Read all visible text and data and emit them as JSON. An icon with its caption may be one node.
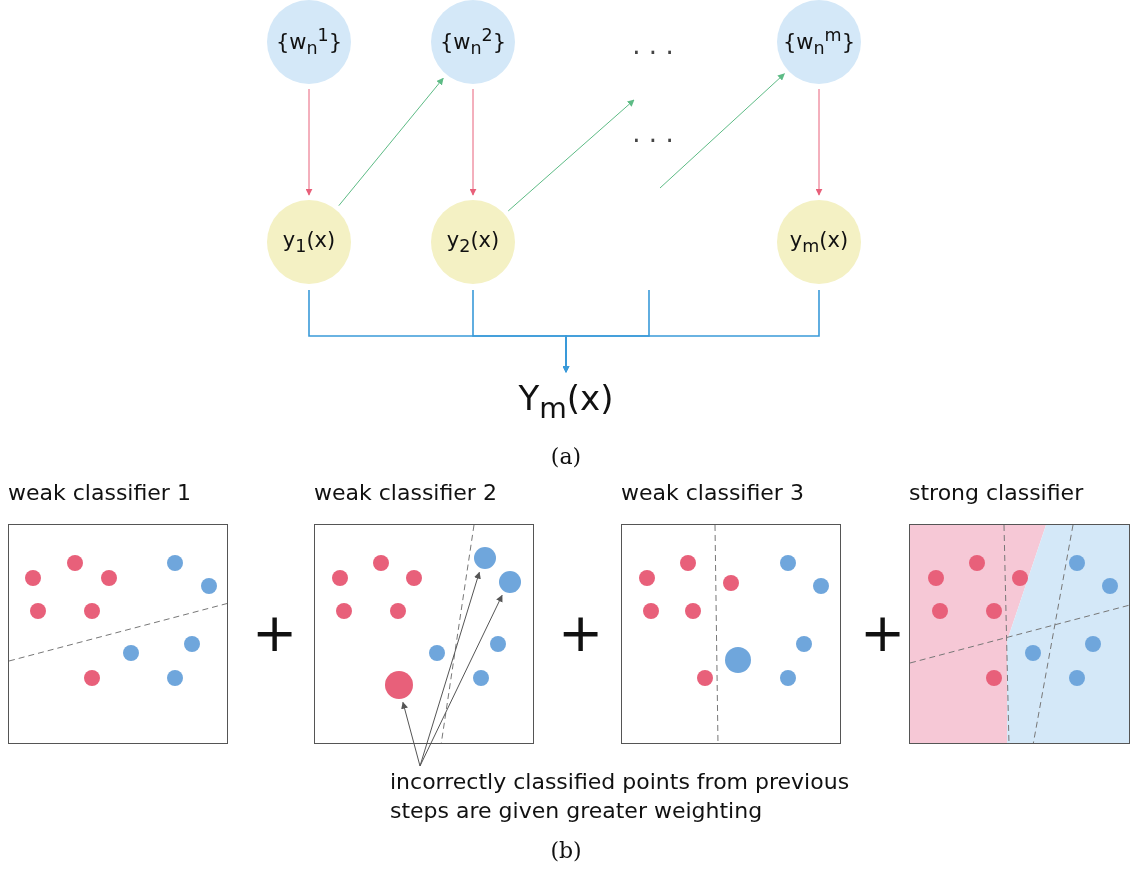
{
  "diagram": {
    "nodes": [
      {
        "text": [
          "{w$_{n}$$^{1}$}"
        ]
      },
      {
        "text": [
          "{w$_{n}$$^{2}$}"
        ]
      },
      {
        "text": [
          "{w$_{n}$$^{m}$}"
        ]
      },
      {
        "text": [
          "y$_{1}$(x)"
        ]
      },
      {
        "text": [
          "y$_{2}$(x)"
        ]
      },
      {
        "text": [
          "y$_{m}$(x)"
        ]
      },
      {
        "text": [
          "Y$_{m}$(x)"
        ]
      },
      {
        "text": [
          "weak classifier 1"
        ]
      },
      {
        "text": [
          "weak classifier 2"
        ]
      },
      {
        "text": [],
        "shape": "circle",
        "in": 8
      },
      {
        "text": [],
        "shape": "circle",
        "in": 8
      },
      {
        "text": [],
        "shape": "circle",
        "in": 8
      },
      {
        "text": [
          "weak classifier 3"
        ]
      },
      {
        "text": [
          "strong classifier"
        ]
      },
      {
        "text": [
          "incorrectly classified points from previous steps are given greater weighting"
        ]
      }
    ],
    "edges": [
      {
        "from": 0,
        "to": 3,
        "arrow": "to",
        "color": "#e8607a"
      },
      {
        "from": 3,
        "to": 1,
        "arrow": "to",
        "color": "#5dbb85"
      },
      {
        "from": 1,
        "to": 4,
        "arrow": "to",
        "color": "#e8607a"
      },
      {
        "from": 4,
        "to": null,
        "arrow": "to",
        "color": "#5dbb85"
      },
      {
        "from": null,
        "to": 2,
        "arrow": "to",
        "color": "#5dbb85"
      },
      {
        "from": 2,
        "to": 5,
        "arrow": "to",
        "color": "#e8607a"
      },
      {
        "from": 3,
        "to": 6,
        "arrow": "to"
      },
      {
        "from": 4,
        "to": 6,
        "arrow": "to"
      },
      {
        "from": null,
        "to": 6,
        "arrow": "to"
      },
      {
        "from": 5,
        "to": 6,
        "arrow": "to"
      },
      {
        "from": 14,
        "to": 11,
        "arrow": "to",
        "color": "#555555"
      },
      {
        "from": 14,
        "to": 9,
        "arrow": "to",
        "color": "#555555"
      },
      {
        "from": 14,
        "to": 10,
        "arrow": "to",
        "color": "#555555"
      }
    ],
    "labels": [
      "· · ·",
      "· · ·",
      "(a)",
      "+",
      "+",
      "+",
      "(b)"
    ]
  }
}
